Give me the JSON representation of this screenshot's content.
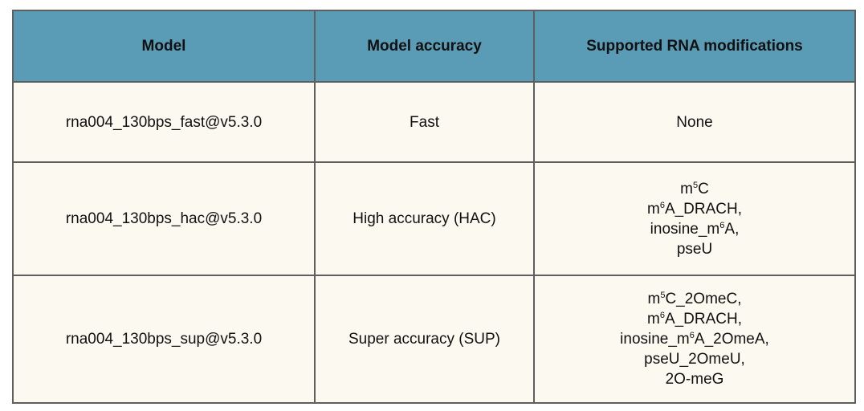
{
  "table": {
    "headers": [
      "Model",
      "Model accuracy",
      "Supported RNA modifications"
    ],
    "rows": [
      {
        "model": "rna004_130bps_fast@v5.3.0",
        "accuracy": "Fast",
        "modifications": [
          [
            {
              "t": "None"
            }
          ]
        ]
      },
      {
        "model": "rna004_130bps_hac@v5.3.0",
        "accuracy": "High accuracy (HAC)",
        "modifications": [
          [
            {
              "t": "m"
            },
            {
              "sup": "5"
            },
            {
              "t": "C"
            }
          ],
          [
            {
              "t": "m"
            },
            {
              "sup": "6"
            },
            {
              "t": "A_DRACH,"
            }
          ],
          [
            {
              "t": "inosine_m"
            },
            {
              "sup": "6"
            },
            {
              "t": "A,"
            }
          ],
          [
            {
              "t": "pseU"
            }
          ]
        ]
      },
      {
        "model": "rna004_130bps_sup@v5.3.0",
        "accuracy": "Super accuracy (SUP)",
        "modifications": [
          [
            {
              "t": "m"
            },
            {
              "sup": "5"
            },
            {
              "t": "C_2OmeC,"
            }
          ],
          [
            {
              "t": "m"
            },
            {
              "sup": "6"
            },
            {
              "t": "A_DRACH,"
            }
          ],
          [
            {
              "t": "inosine_m"
            },
            {
              "sup": "6"
            },
            {
              "t": "A_2OmeA,"
            }
          ],
          [
            {
              "t": "pseU_2OmeU,"
            }
          ],
          [
            {
              "t": "2O-meG"
            }
          ]
        ]
      }
    ]
  },
  "colors": {
    "header_bg": "#5a9bb5",
    "cell_bg": "#fcf9f0",
    "border": "#5f5f5f"
  }
}
